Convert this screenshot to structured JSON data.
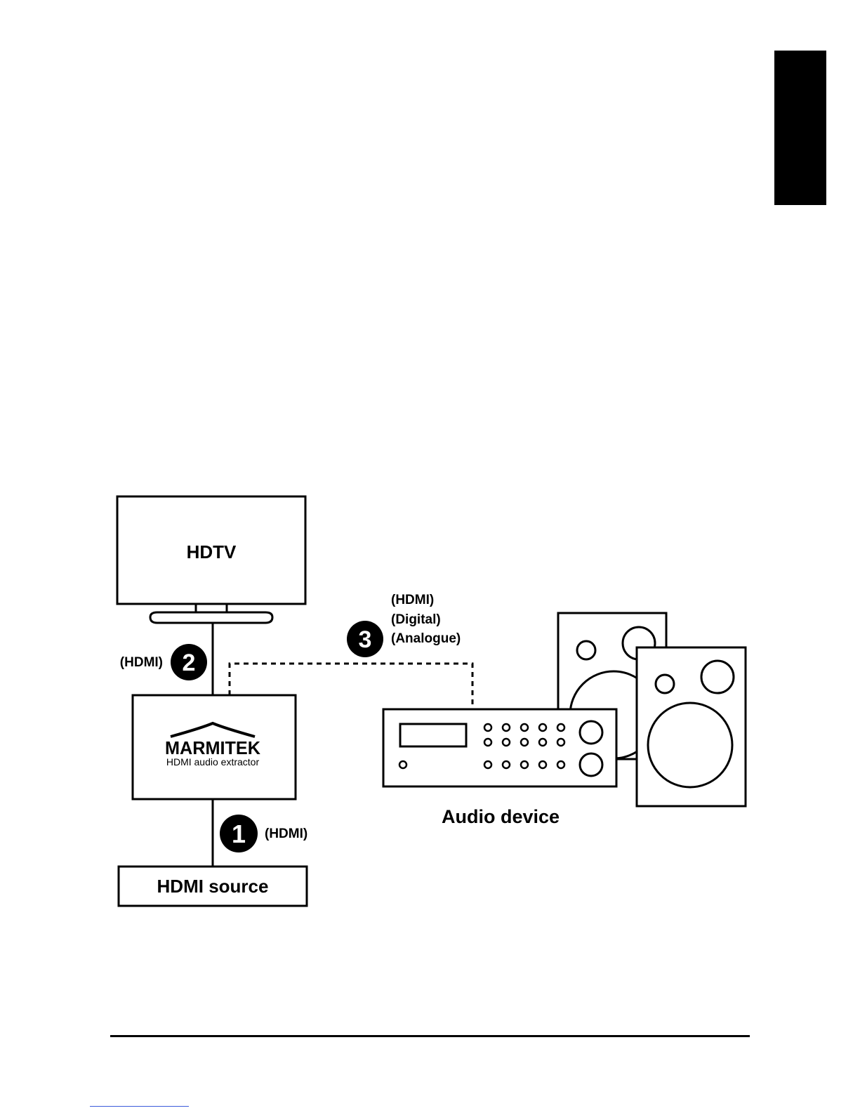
{
  "colors": {
    "ink": "#000000",
    "paper": "#ffffff",
    "link": "#3b5bdb"
  },
  "devices": {
    "hdtv": "HDTV",
    "hdmi_source": "HDMI source",
    "audio_device": "Audio device"
  },
  "extractor": {
    "brand": "MARMITEK",
    "model": "HDMI audio extractor"
  },
  "connections": {
    "c1": {
      "number": "1",
      "label": "(HDMI)"
    },
    "c2": {
      "number": "2",
      "label": "(HDMI)"
    },
    "c3": {
      "number": "3",
      "labels": [
        "(HDMI)",
        "(Digital)",
        "(Analogue)"
      ]
    }
  },
  "icons": [
    "language-tab-marker",
    "footer-rule",
    "speaker-icon",
    "receiver-icon",
    "tv-icon"
  ]
}
